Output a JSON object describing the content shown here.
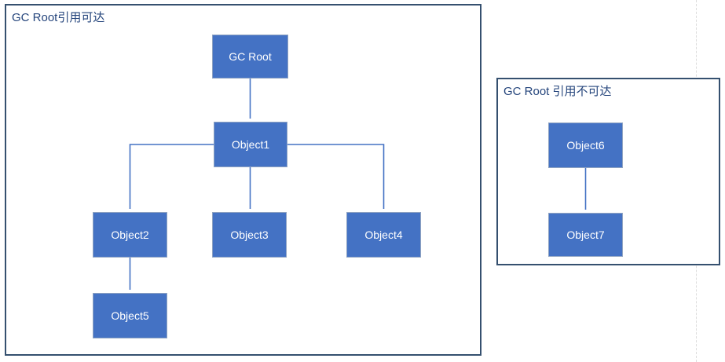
{
  "diagram": {
    "type": "flow-diagram",
    "topic": "GC Root reachability",
    "panels": [
      {
        "title": "GC Root引用可达",
        "nodes": [
          {
            "label": "GC Root"
          },
          {
            "label": "Object1"
          },
          {
            "label": "Object2"
          },
          {
            "label": "Object3"
          },
          {
            "label": "Object4"
          },
          {
            "label": "Object5"
          }
        ],
        "edges": [
          {
            "from": "GC Root",
            "to": "Object1"
          },
          {
            "from": "Object1",
            "to": "Object2"
          },
          {
            "from": "Object1",
            "to": "Object3"
          },
          {
            "from": "Object1",
            "to": "Object4"
          },
          {
            "from": "Object2",
            "to": "Object5"
          }
        ]
      },
      {
        "title": "GC Root 引用不可达",
        "nodes": [
          {
            "label": "Object6"
          },
          {
            "label": "Object7"
          }
        ],
        "edges": [
          {
            "from": "Object6",
            "to": "Object7"
          }
        ]
      }
    ]
  },
  "colors": {
    "background": "#ffffff",
    "node_fill": "#4472c4",
    "node_border": "#8fa3c2",
    "node_text": "#ffffff",
    "connector": "#4472c4",
    "panel_border": "#35506f",
    "title_text": "#25457c",
    "page_guide_line": "#dcdcdc"
  }
}
